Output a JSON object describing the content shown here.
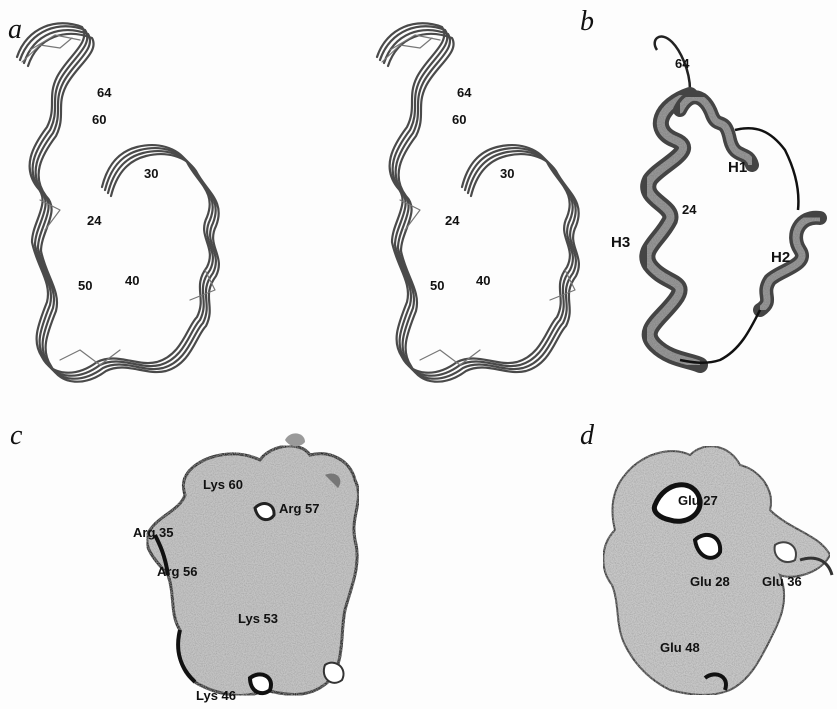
{
  "panels": {
    "a": {
      "letter": "a",
      "labels": {
        "r64": "64",
        "r60": "60",
        "r30": "30",
        "r24": "24",
        "r50": "50",
        "r40": "40"
      }
    },
    "b": {
      "letter": "b",
      "labels": {
        "r64": "64",
        "h1": "H1",
        "r24": "24",
        "h3": "H3",
        "h2": "H2"
      }
    },
    "c": {
      "letter": "c",
      "labels": {
        "lys60": "Lys 60",
        "arg57": "Arg 57",
        "arg35": "Arg 35",
        "arg56": "Arg 56",
        "lys53": "Lys 53",
        "lys46": "Lys 46"
      }
    },
    "d": {
      "letter": "d",
      "labels": {
        "glu27": "Glu 27",
        "glu28": "Glu 28",
        "glu36": "Glu 36",
        "glu48": "Glu 48"
      }
    }
  },
  "colors": {
    "trace": "#4a4a4a",
    "ribbon": "#5a5a5a",
    "surface": "#bdbdbd",
    "ink": "#111111"
  }
}
